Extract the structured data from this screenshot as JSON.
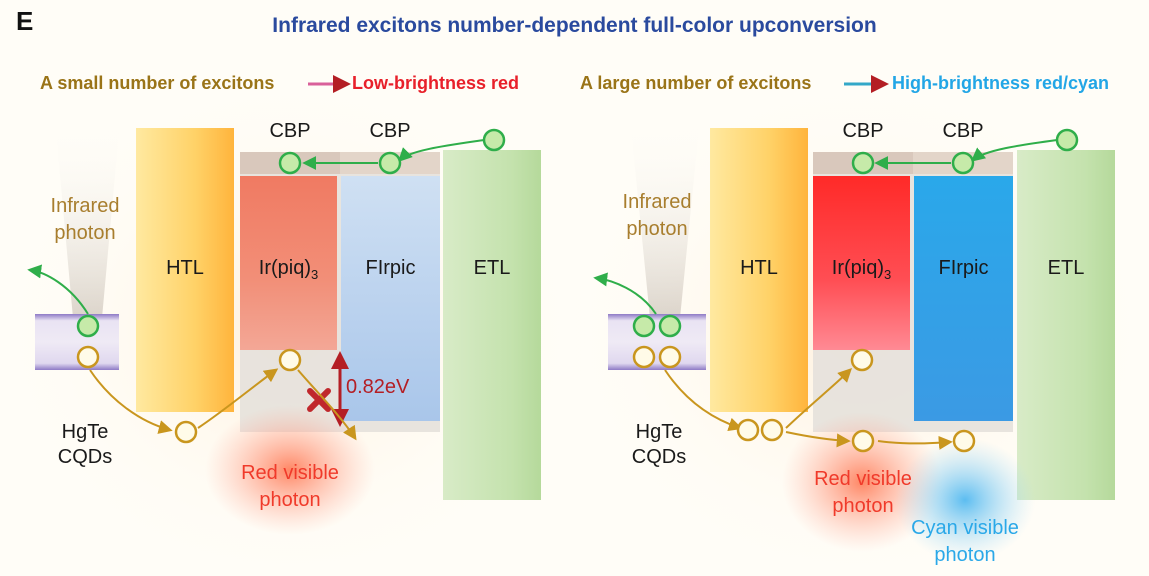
{
  "panel_label": "E",
  "title": "Infrared excitons number-dependent full-color upconversion",
  "left_panel": {
    "header_condition": "A small number of excitons",
    "header_result": "Low-brightness red",
    "infrared_label": "Infrared\nphoton",
    "qd_label": "HgTe\nCQDs",
    "layers": {
      "htl": "HTL",
      "emitter1": "Ir(piq)",
      "emitter1_sub": "3",
      "emitter2": "FIrpic",
      "etl": "ETL",
      "host1": "CBP",
      "host2": "CBP"
    },
    "energy_gap": "0.82eV",
    "emission_label": "Red visible\nphoton"
  },
  "right_panel": {
    "header_condition": "A large number of excitons",
    "header_result": "High-brightness red/cyan",
    "infrared_label": "Infrared\nphoton",
    "qd_label": "HgTe\nCQDs",
    "layers": {
      "htl": "HTL",
      "emitter1": "Ir(piq)",
      "emitter1_sub": "3",
      "emitter2": "FIrpic",
      "etl": "ETL",
      "host1": "CBP",
      "host2": "CBP"
    },
    "emission_red_label": "Red visible\nphoton",
    "emission_cyan_label": "Cyan visible\nphoton"
  },
  "colors": {
    "title": "#2a4a9e",
    "gold": "#a87e2e",
    "red": "#e8202a",
    "cyan": "#22a6e6",
    "electron_green": "#2fae4a",
    "hole_gold": "#c9961e"
  }
}
